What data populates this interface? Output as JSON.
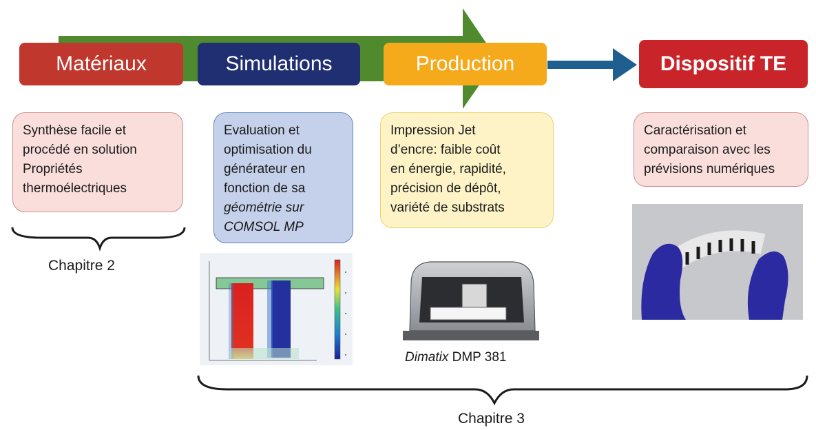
{
  "steps": [
    {
      "id": "materiaux",
      "label": "Matériaux",
      "color": "#c0372d"
    },
    {
      "id": "simulations",
      "label": "Simulations",
      "color": "#1f2f72"
    },
    {
      "id": "production",
      "label": "Production",
      "color": "#f5aa1c"
    },
    {
      "id": "dispositif",
      "label": "Dispositif TE",
      "color": "#c8242a"
    }
  ],
  "colors": {
    "main_arrow": "#4f8b2e",
    "connector_arrow": "#1f5f8f",
    "brace": "#1a1a1a"
  },
  "notes": {
    "materiaux": {
      "lines": [
        "Synthèse facile et",
        "procédé en solution",
        "Propriétés",
        "thermoélectriques"
      ],
      "fill": "#f9dedb",
      "border": "#cc8f8a"
    },
    "simulations": {
      "lines": [
        "Evaluation et",
        "optimisation du",
        "générateur en",
        "fonction de sa"
      ],
      "italic_lines": [
        "géométrie sur",
        "COMSOL MP"
      ],
      "fill": "#c5d1ea",
      "border": "#5e86bd"
    },
    "production": {
      "lines": [
        "Impression Jet",
        "d’encre: faible coût",
        "en énergie, rapidité,",
        "précision de dépôt,",
        "variété de substrats"
      ],
      "fill": "#fdf3c7",
      "border": "#e9d36c"
    },
    "dispositif": {
      "lines": [
        "Caractérisation et",
        "comparaison avec les",
        "prévisions numériques"
      ],
      "fill": "#f9dedb",
      "border": "#cc8f8a"
    }
  },
  "braces": [
    {
      "id": "chapitre-2",
      "label": "Chapitre 2"
    },
    {
      "id": "chapitre-3",
      "label": "Chapitre 3"
    }
  ],
  "images": {
    "simulation": {
      "description": "simulation-heatmap"
    },
    "printer": {
      "caption_italic": "Dimatix",
      "caption_rest": " DMP 381"
    },
    "device": {
      "description": "flexible-thermoelectric-device-photo"
    }
  }
}
